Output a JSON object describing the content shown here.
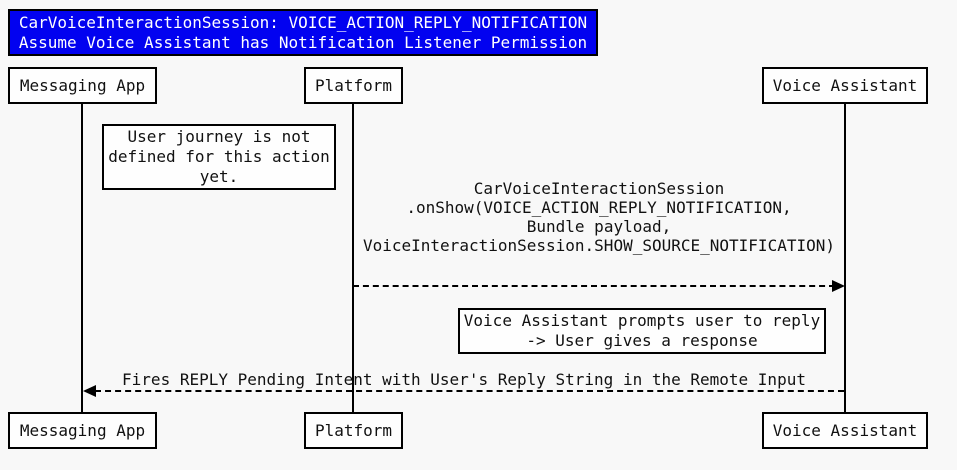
{
  "colors": {
    "background": "#f8f8f8",
    "title_bg": "#0202f0",
    "title_fg": "#ffffff",
    "line": "#000000",
    "box_bg": "#fefefe"
  },
  "title": {
    "text": "CarVoiceInteractionSession: VOICE_ACTION_REPLY_NOTIFICATION\nAssume Voice Assistant has Notification Listener Permission"
  },
  "actors": [
    {
      "label": "Messaging App"
    },
    {
      "label": "Platform"
    },
    {
      "label": "Voice Assistant"
    }
  ],
  "notes": [
    {
      "text": "User journey is not\ndefined for this action\nyet."
    },
    {
      "text": "Voice Assistant prompts user to reply\n-> User gives a response"
    }
  ],
  "messages": [
    {
      "from": "Platform",
      "to": "Voice Assistant",
      "direction": "right",
      "style": "dashed",
      "text": "CarVoiceInteractionSession\n.onShow(VOICE_ACTION_REPLY_NOTIFICATION,\nBundle payload,\nVoiceInteractionSession.SHOW_SOURCE_NOTIFICATION)"
    },
    {
      "from": "Voice Assistant",
      "to": "Messaging App",
      "direction": "left",
      "style": "dashed",
      "text": "Fires REPLY Pending Intent with User's Reply String in the Remote Input"
    }
  ]
}
